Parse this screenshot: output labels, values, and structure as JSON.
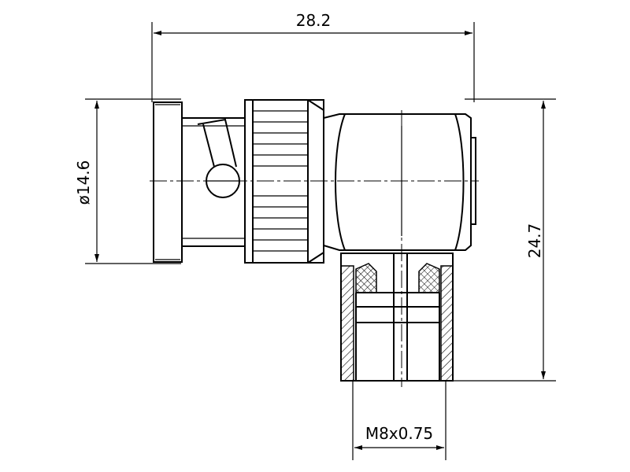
{
  "dimensions": {
    "overall_width": "28.2",
    "plug_diameter": "ø14.6",
    "overall_height": "24.7",
    "thread": "M8x0.75"
  }
}
